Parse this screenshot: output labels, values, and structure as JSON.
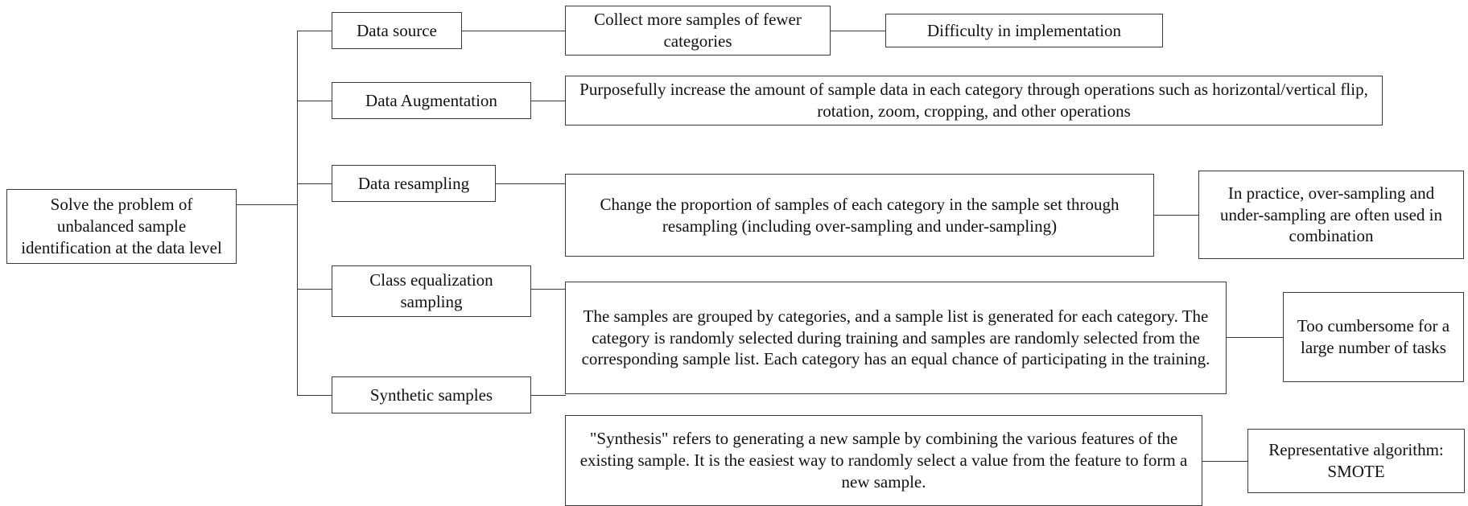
{
  "diagram": {
    "title": "Solve the problem of unbalanced sample identification at the data level",
    "type": "tree-flowchart",
    "orientation": "left-to-right",
    "root": {
      "label": "Solve the problem of unbalanced sample identification at the data level"
    },
    "branches": [
      {
        "id": "data-source",
        "label": "Data source",
        "detail": "Collect more samples of fewer categories",
        "leaf": "Difficulty in implementation"
      },
      {
        "id": "data-augmentation",
        "label": "Data Augmentation",
        "detail": "Purposefully increase the amount of sample data in each category through operations such as horizontal/vertical flip, rotation, zoom, cropping, and other operations",
        "leaf": ""
      },
      {
        "id": "data-resampling",
        "label": "Data resampling",
        "detail": "Change the proportion of samples of each category in the sample set through resampling (including over-sampling and under-sampling)",
        "leaf": "In practice, over-sampling and under-sampling are often used in combination"
      },
      {
        "id": "class-equalization-sampling",
        "label": "Class equalization sampling",
        "detail": "The samples are grouped by categories, and a sample list is generated for each category. The category is randomly selected during training and samples are randomly selected from the corresponding sample list. Each category has an equal chance of participating in the training.",
        "leaf": "Too cumbersome for a large number of tasks"
      },
      {
        "id": "synthetic-samples",
        "label": "Synthetic samples",
        "detail": "\"Synthesis\" refers to generating a new sample by combining the various features of the existing sample. It is the easiest way to randomly select a value from the feature to form a new sample.",
        "leaf": "Representative algorithm: SMOTE"
      }
    ],
    "colors": {
      "background": "#ffffff",
      "box_border": "#3a3a3a",
      "text": "#111111",
      "connector": "#3a3a3a"
    }
  }
}
